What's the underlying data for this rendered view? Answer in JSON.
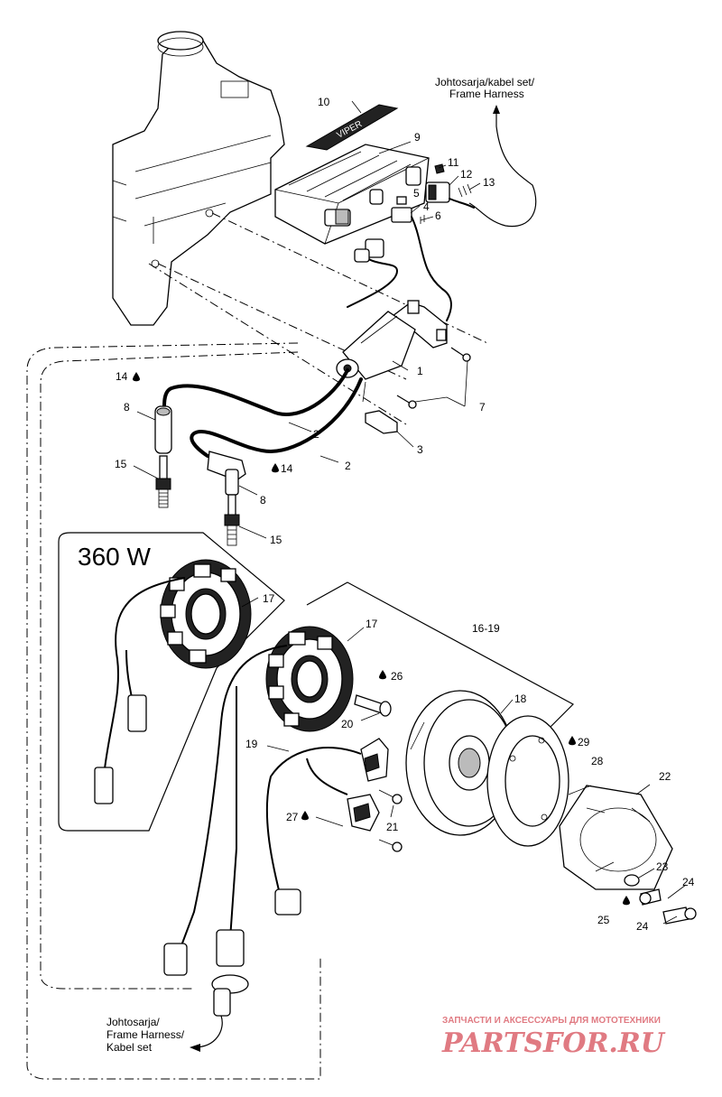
{
  "harness_label_top": [
    "Johtosarja/kabel set/",
    "Frame Harness"
  ],
  "harness_label_bottom": [
    "Johtosarja/",
    "Frame Harness/",
    "Kabel set"
  ],
  "variant_label": "360 W",
  "callouts": {
    "c1": "1",
    "c2a": "2",
    "c2b": "2",
    "c3": "3",
    "c4": "4",
    "c5": "5",
    "c6": "6",
    "c7": "7",
    "c8a": "8",
    "c8b": "8",
    "c9": "9",
    "c10": "10",
    "c11": "11",
    "c12": "12",
    "c13": "13",
    "c14a": "14",
    "c14b": "14",
    "c15a": "15",
    "c15b": "15",
    "c16_19": "16-19",
    "c17a": "17",
    "c17b": "17",
    "c18": "18",
    "c19": "19",
    "c20": "20",
    "c21": "21",
    "c22": "22",
    "c23": "23",
    "c24a": "24",
    "c24b": "24",
    "c25": "25",
    "c26": "26",
    "c27": "27",
    "c28": "28",
    "c29": "29"
  },
  "watermark": {
    "tagline": "ЗАПЧАСТИ И АКСЕССУАРЫ ДЛЯ МОТОТЕХНИКИ",
    "brand": "PARTSFOR.RU",
    "color": "#e07a82"
  }
}
